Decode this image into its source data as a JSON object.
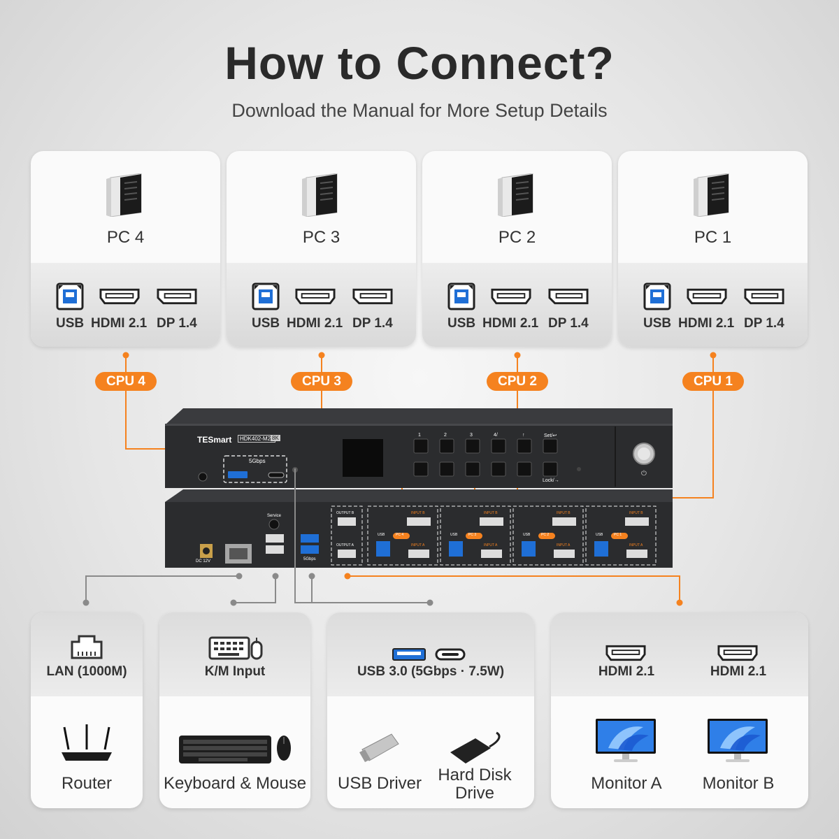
{
  "header": {
    "title": "How to Connect?",
    "subtitle": "Download the Manual for More Setup Details"
  },
  "pcs": [
    {
      "name": "PC 4",
      "cpu": "CPU 4"
    },
    {
      "name": "PC 3",
      "cpu": "CPU 3"
    },
    {
      "name": "PC 2",
      "cpu": "CPU 2"
    },
    {
      "name": "PC 1",
      "cpu": "CPU 1"
    }
  ],
  "pc_ports": {
    "usb": "USB",
    "hdmi": "HDMI 2.1",
    "dp": "DP 1.4"
  },
  "device_unit": {
    "brand": "TESmart",
    "model": "HDK402-M24",
    "model_badge": "8K",
    "front_port_label": "5Gbps",
    "front_buttons_top": [
      "1",
      "2",
      "3",
      "4/",
      "↑",
      "Set/↩"
    ],
    "front_buttons_bottom": [
      "Lock/→"
    ],
    "rear_labels": {
      "dc": "DC 12V",
      "service": "Service",
      "usb_speed": "5Gbps",
      "output_b": "OUTPUT B",
      "output_a": "OUTPUT A",
      "input_b": "INPUT B",
      "input_a": "INPUT A",
      "usb": "USB",
      "pc_tags": [
        "PC 4",
        "PC 3",
        "PC 2",
        "PC 1"
      ]
    }
  },
  "devices": {
    "lan": {
      "caption": "LAN (1000M)",
      "name": "Router"
    },
    "km": {
      "caption": "K/M Input",
      "name": "Keyboard & Mouse"
    },
    "usb": {
      "caption": "USB 3.0 (5Gbps · 7.5W)",
      "names": [
        "USB Driver",
        "Hard Disk Drive"
      ]
    },
    "hdmi": {
      "captions": [
        "HDMI 2.1",
        "HDMI 2.1"
      ],
      "names": [
        "Monitor A",
        "Monitor B"
      ]
    }
  },
  "colors": {
    "accent": "#f5821f",
    "connector_gray": "#8a8a8a",
    "usb_blue": "#1f6fd6",
    "unit_dark": "#2b2c2e"
  },
  "icons": [
    "pc-tower-icon",
    "usb-b-port-icon",
    "hdmi-port-icon",
    "displayport-icon",
    "ethernet-port-icon",
    "keyboard-mouse-icon",
    "usb-a-port-icon",
    "usb-c-port-icon",
    "router-icon",
    "keyboard-icon",
    "mouse-icon",
    "usb-drive-icon",
    "hard-disk-icon",
    "monitor-icon"
  ]
}
